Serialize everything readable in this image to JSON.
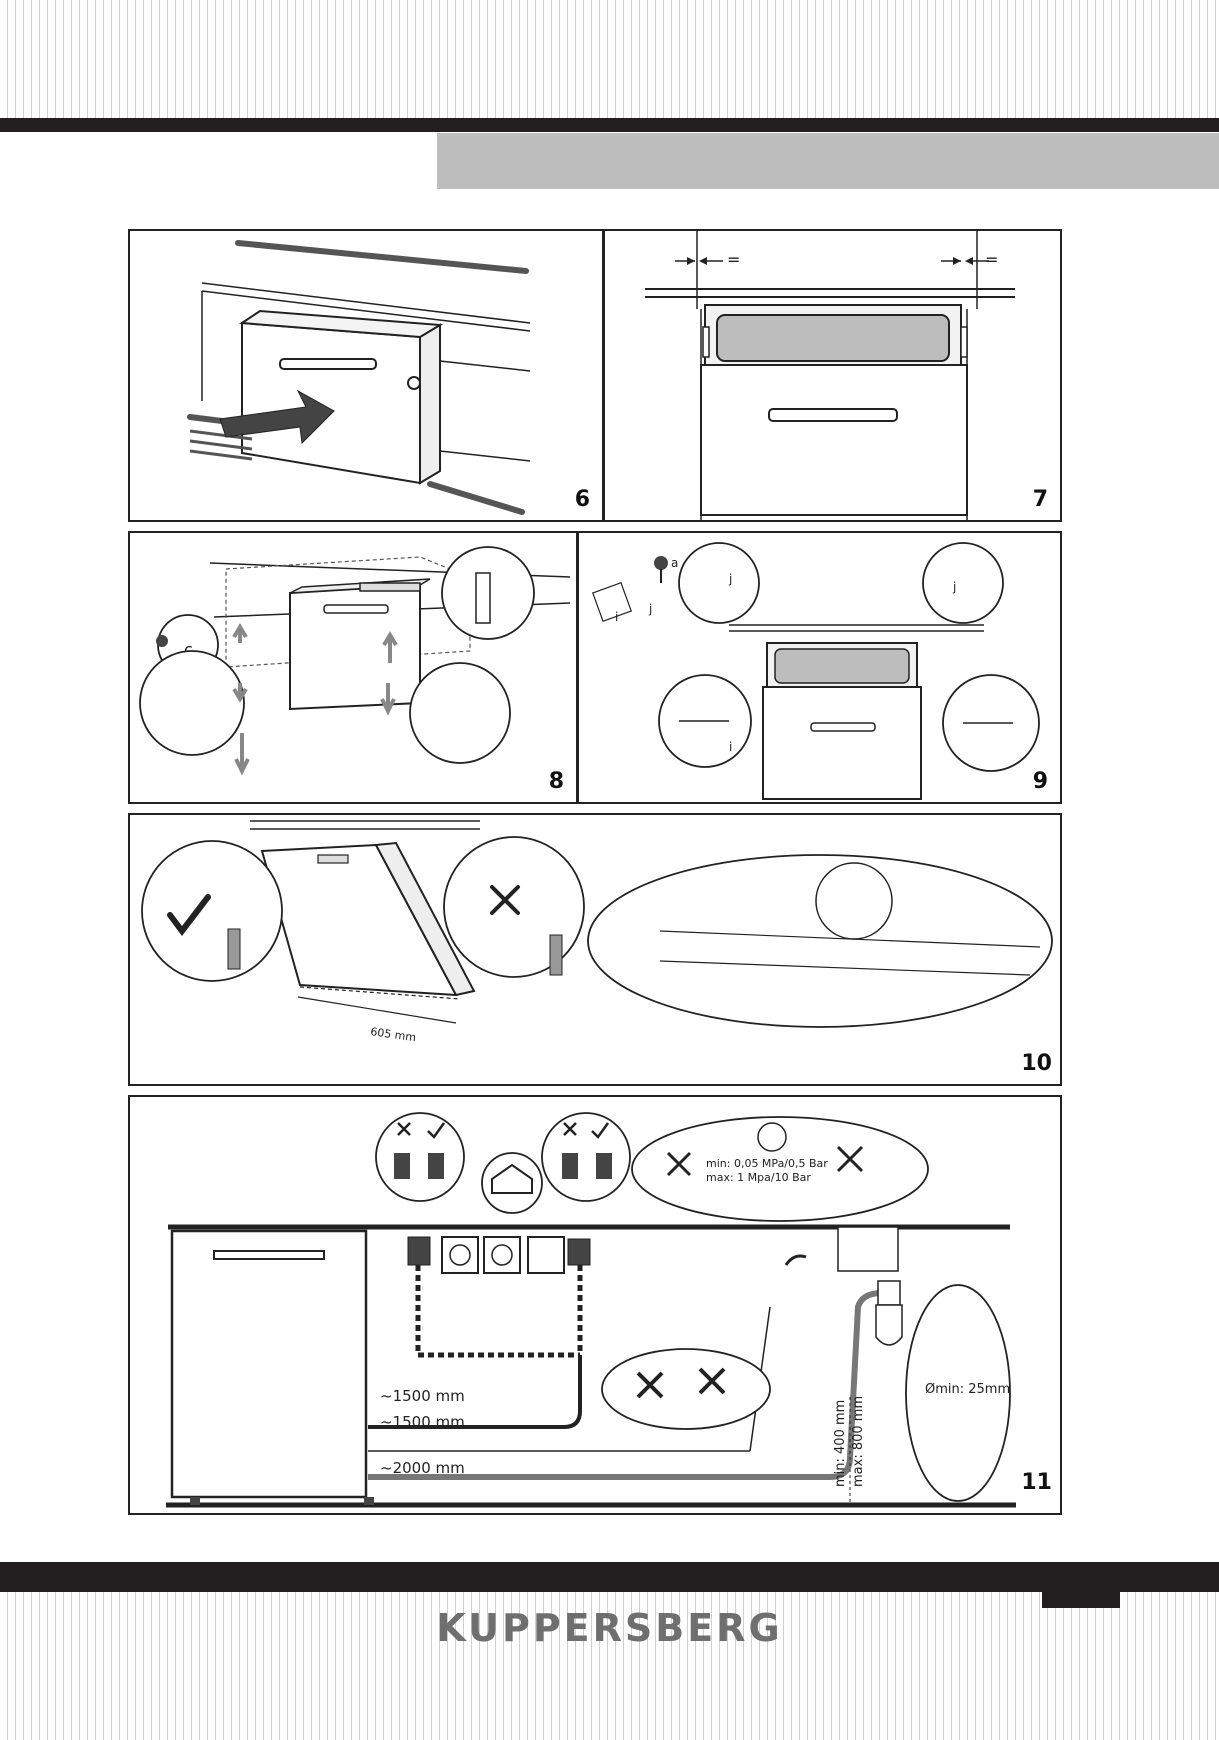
{
  "brand": "KUPPERSBERG",
  "figures": {
    "f6": {
      "number": "6"
    },
    "f7": {
      "number": "7",
      "marks": [
        "=",
        "="
      ]
    },
    "f8": {
      "number": "8",
      "part": "c"
    },
    "f9": {
      "number": "9",
      "parts": [
        "a",
        "j",
        "j",
        "i",
        "j",
        "i"
      ]
    },
    "f10": {
      "number": "10",
      "measure": "605 mm"
    },
    "f11": {
      "number": "11",
      "pressure_min": "min: 0,05 MPa/0,5 Bar",
      "pressure_max": "max: 1 Mpa/10 Bar",
      "hose_1": "~1500 mm",
      "hose_2": "~1500 mm",
      "hose_3": "~2000 mm",
      "height_min": "min: 400 mm",
      "height_max": "max: 800 mm",
      "diameter": "Ømin: 25mm"
    }
  }
}
